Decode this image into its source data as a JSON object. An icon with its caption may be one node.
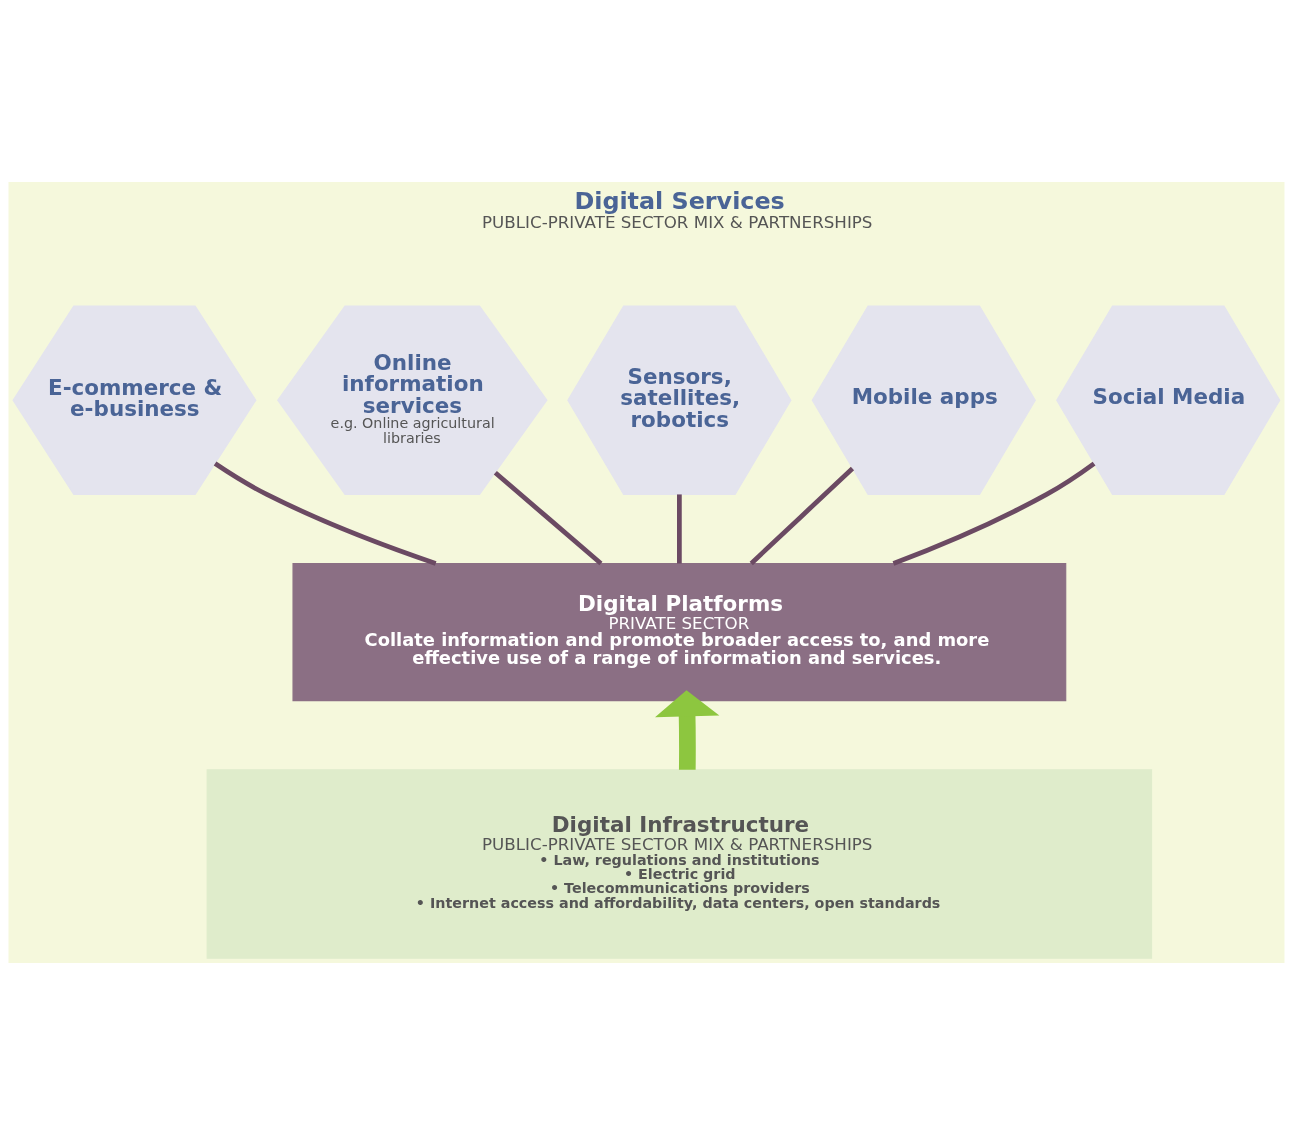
{
  "diagram": {
    "nodes": [
      {
        "text": [
          "E-commerce & e-business"
        ]
      },
      {
        "text": [
          "Online information services",
          "e.g. Online agricultural libraries"
        ]
      },
      {
        "text": [
          "Sensors, satellites, robotics"
        ]
      },
      {
        "text": [
          "Mobile apps"
        ]
      },
      {
        "text": [
          "Social Media"
        ]
      },
      {
        "text": [
          "Digital Platforms",
          "PRIVATE SECTOR",
          "Collate information and promote broader access to, and more effective use of a range of information and services."
        ]
      },
      {
        "text": [
          "Digital Infrastructure",
          "PUBLIC-PRIVATE SECTOR MIX & PARTNERSHIPS",
          "• Law, regulations and institutions",
          "• Electric grid",
          "• Telecommunications providers",
          "• Internet access and affordability, data centers, open standards"
        ]
      }
    ],
    "edges": [
      {
        "from": 0,
        "to": 5,
        "arrow": "none"
      },
      {
        "from": 1,
        "to": 5,
        "arrow": "none"
      },
      {
        "from": 2,
        "to": 5,
        "arrow": "none"
      },
      {
        "from": 3,
        "to": 5,
        "arrow": "none"
      },
      {
        "from": 4,
        "to": 5,
        "arrow": "none"
      },
      {
        "from": 6,
        "to": 5,
        "arrow": "to",
        "style": "thick",
        "color": "#8dc63f"
      }
    ],
    "labels": [
      "Digital Services",
      "PUBLIC-PRIVATE SECTOR MIX & PARTNERSHIPS"
    ]
  }
}
